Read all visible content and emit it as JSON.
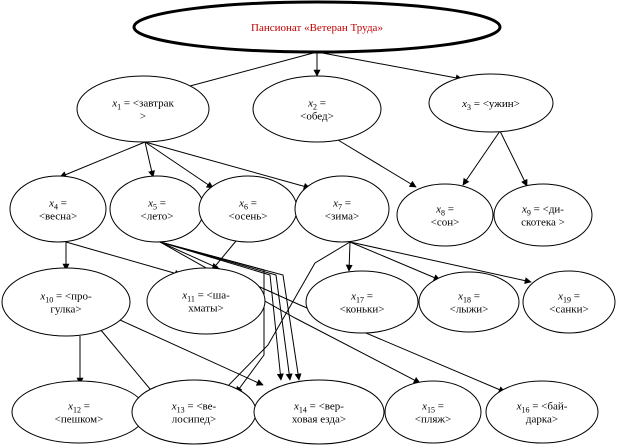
{
  "root": {
    "label": "Пансионат «Ветеран Труда»",
    "color": "#c00000"
  },
  "nodes": [
    {
      "id": "x1",
      "var": "x",
      "idx": "1",
      "lines": [
        " = <завтрак",
        ">"
      ]
    },
    {
      "id": "x2",
      "var": "x",
      "idx": "2",
      "lines": [
        " =",
        "<обед>"
      ]
    },
    {
      "id": "x3",
      "var": "x",
      "idx": "3",
      "lines": [
        " = <ужин>"
      ]
    },
    {
      "id": "x4",
      "var": "x",
      "idx": "4",
      "lines": [
        " =",
        "<весна>"
      ]
    },
    {
      "id": "x5",
      "var": "x",
      "idx": "5",
      "lines": [
        " =",
        "<лето>"
      ]
    },
    {
      "id": "x6",
      "var": "x",
      "idx": "6",
      "lines": [
        " =",
        "<осень>"
      ]
    },
    {
      "id": "x7",
      "var": "x",
      "idx": "7",
      "lines": [
        " =",
        "<зима>"
      ]
    },
    {
      "id": "x8",
      "var": "x",
      "idx": "8",
      "lines": [
        " =",
        "<сон>"
      ]
    },
    {
      "id": "x9",
      "var": "x",
      "idx": "9",
      "lines": [
        " = <ди-",
        "скотека >"
      ]
    },
    {
      "id": "x10",
      "var": "x",
      "idx": "10",
      "lines": [
        " = <про-",
        "гулка>"
      ]
    },
    {
      "id": "x11",
      "var": "x",
      "idx": "11",
      "lines": [
        " = <ша-",
        "хматы>"
      ]
    },
    {
      "id": "x12",
      "var": "x",
      "idx": "12",
      "lines": [
        " =",
        "<пешком>"
      ]
    },
    {
      "id": "x13",
      "var": "x",
      "idx": "13",
      "lines": [
        " = <ве-",
        "лосипед>"
      ]
    },
    {
      "id": "x14",
      "var": "x",
      "idx": "14",
      "lines": [
        " = <вер-",
        "ховая езда>"
      ]
    },
    {
      "id": "x15",
      "var": "x",
      "idx": "15",
      "lines": [
        " =",
        "<пляж>"
      ]
    },
    {
      "id": "x16",
      "var": "x",
      "idx": "16",
      "lines": [
        " = <бай-",
        "дарка>"
      ]
    },
    {
      "id": "x17",
      "var": "x",
      "idx": "17",
      "lines": [
        " =",
        "<коньки>"
      ]
    },
    {
      "id": "x18",
      "var": "x",
      "idx": "18",
      "lines": [
        " =",
        "<лыжи>"
      ]
    },
    {
      "id": "x19",
      "var": "x",
      "idx": "19",
      "lines": [
        " =",
        "<санки>"
      ]
    }
  ],
  "edges": [
    [
      "root",
      "x1"
    ],
    [
      "root",
      "x2"
    ],
    [
      "root",
      "x3"
    ],
    [
      "x1",
      "x4"
    ],
    [
      "x1",
      "x5"
    ],
    [
      "x1",
      "x6"
    ],
    [
      "x1",
      "x7"
    ],
    [
      "x2",
      "x8"
    ],
    [
      "x3",
      "x8"
    ],
    [
      "x3",
      "x9"
    ],
    [
      "x4",
      "x10"
    ],
    [
      "x4",
      "x11"
    ],
    [
      "x6",
      "x11"
    ],
    [
      "x5",
      "x13"
    ],
    [
      "x5",
      "x14"
    ],
    [
      "x5",
      "x14"
    ],
    [
      "x5",
      "x14"
    ],
    [
      "x5",
      "x15"
    ],
    [
      "x5",
      "x16"
    ],
    [
      "x7",
      "x13"
    ],
    [
      "x7",
      "x17"
    ],
    [
      "x7",
      "x18"
    ],
    [
      "x7",
      "x19"
    ],
    [
      "x10",
      "x12"
    ],
    [
      "x10",
      "x13"
    ],
    [
      "x10",
      "x14"
    ]
  ]
}
